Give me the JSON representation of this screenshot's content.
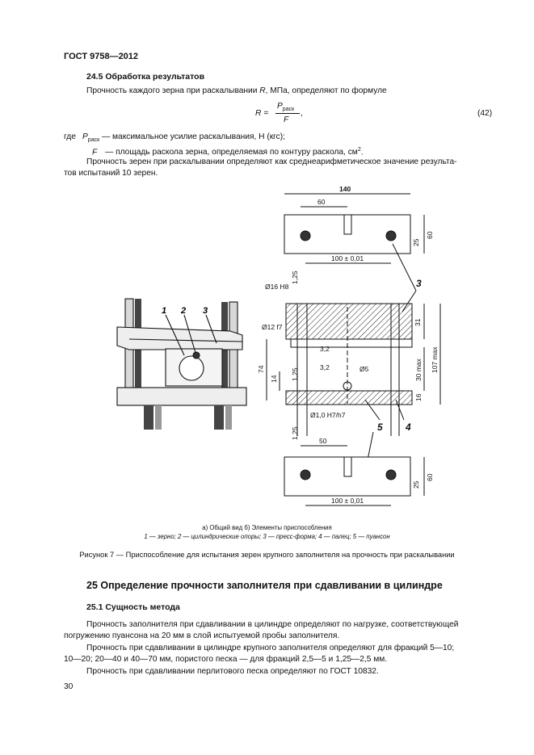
{
  "header": {
    "standard": "ГОСТ 9758—2012"
  },
  "sec_24_5": {
    "title": "24.5 Обработка результатов",
    "intro": "Прочность каждого зерна при раскалывании",
    "intro_var": "R",
    "intro_tail": ", МПа, определяют по формуле",
    "formula_lhs": "R =",
    "formula_num": "P",
    "formula_num_sub": "раск",
    "formula_den": "F",
    "formula_comma": ",",
    "formula_no": "(42)",
    "where_word": "где",
    "def1_sym": "P",
    "def1_sub": "раск",
    "def1_text": "— максимальное усилие раскалывания, Н (кгс);",
    "def2_sym": "F",
    "def2_text": "— площадь раскола зерна, определяемая по контуру раскола, см",
    "def2_sup": "2",
    "def2_end": ".",
    "para_line1": "Прочность зерен при раскалывании определяют как среднеарифметическое значение результа-",
    "para_line2": "тов испытаний 10 зерен."
  },
  "figure": {
    "labels_a": [
      "1",
      "2",
      "3"
    ],
    "dims": {
      "top_width": "140",
      "top_half": "60",
      "top_height": "60",
      "top_hole": "25",
      "top_base": "100 ± 0,01",
      "ref_3": "3",
      "dia_h8": "Ø16 H8",
      "dia_f7": "Ø12 f7",
      "gap_125_a": "1,25",
      "dim_31": "31",
      "dim_30max": "30 max",
      "dim_107max": "107 max",
      "dim_74": "74",
      "dim_14": "14",
      "gap_125_b": "1,25",
      "dim_16": "16",
      "dim_5": "Ø5",
      "dim_b1": "3,2",
      "dim_b2": "3,2",
      "dia_h7": "Ø1,0 H7/h7",
      "ref_5": "5",
      "ref_4": "4",
      "gap_125_c": "1,25",
      "bot_half": "50",
      "bot_height": "60",
      "bot_hole": "25",
      "bot_base": "100 ± 0,01"
    },
    "caption_ab": "а) Общий вид    б) Элементы приспособления",
    "legend": "1 — зерно; 2 — цилиндрические опоры; 3 — пресс-форма; 4 — палец; 5 — пуансон",
    "title": "Рисунок 7 — Приспособление для испытания зерен крупного заполнителя на прочность при раскалывании"
  },
  "sec_25": {
    "title": "25 Определение прочности заполнителя при сдавливании в цилиндре",
    "sub_title": "25.1 Сущность метода",
    "p1_line1": "Прочность заполнителя при сдавливании в цилиндре определяют по нагрузке, соответствующей",
    "p1_line2": "погружению пуансона на 20 мм в слой испытуемой пробы заполнителя.",
    "p2_line1": "Прочность при сдавливании в цилиндре крупного заполнителя определяют для фракций 5—10;",
    "p2_line2": "10—20; 20—40 и 40—70 мм, пористого песка — для фракций 2,5—5 и 1,25—2,5 мм.",
    "p3": "Прочность при сдавливании перлитового песка определяют по ГОСТ 10832."
  },
  "footer": {
    "page_number": "30"
  }
}
